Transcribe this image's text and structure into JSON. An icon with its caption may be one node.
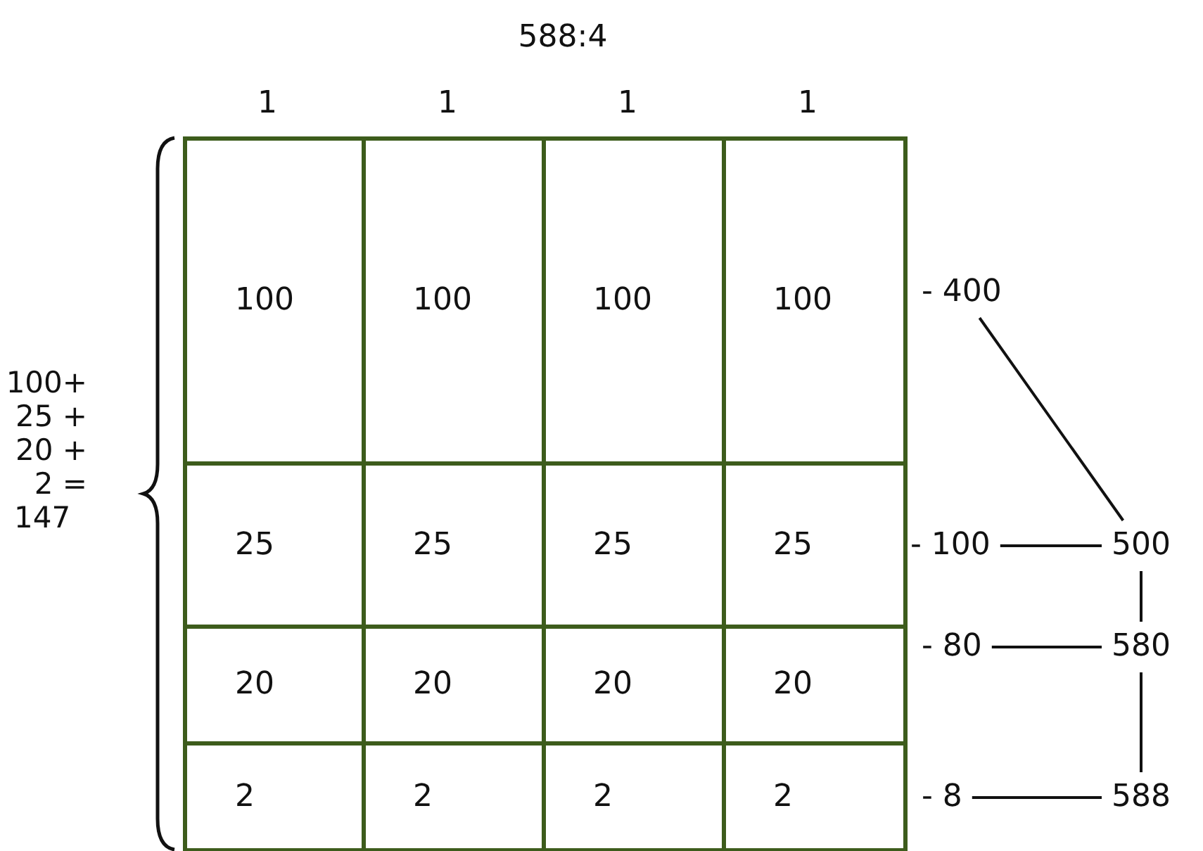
{
  "diagram": {
    "title": "588:4",
    "nodes": [
      {
        "text": [
          "100"
        ]
      },
      {
        "text": [
          "100"
        ]
      },
      {
        "text": [
          "100"
        ]
      },
      {
        "text": [
          "100"
        ]
      },
      {
        "text": [
          "25"
        ]
      },
      {
        "text": [
          "25"
        ]
      },
      {
        "text": [
          "25"
        ]
      },
      {
        "text": [
          "25"
        ]
      },
      {
        "text": [
          "20"
        ]
      },
      {
        "text": [
          "20"
        ]
      },
      {
        "text": [
          "20"
        ]
      },
      {
        "text": [
          "20"
        ]
      },
      {
        "text": [
          "2"
        ]
      },
      {
        "text": [
          "2"
        ]
      },
      {
        "text": [
          "2"
        ]
      },
      {
        "text": [
          "2"
        ]
      },
      {
        "text": [
          "- 400"
        ]
      },
      {
        "text": [
          "- 100"
        ]
      },
      {
        "text": [
          "- 80"
        ]
      },
      {
        "text": [
          "- 8"
        ]
      },
      {
        "text": [
          "500"
        ]
      },
      {
        "text": [
          "580"
        ]
      },
      {
        "text": [
          "588"
        ]
      }
    ],
    "edges": [
      {
        "from": 16,
        "to": 20,
        "arrow": "none"
      },
      {
        "from": 17,
        "to": 20,
        "arrow": "none"
      },
      {
        "from": 20,
        "to": 21,
        "arrow": "none"
      },
      {
        "from": 18,
        "to": 21,
        "arrow": "none"
      },
      {
        "from": 21,
        "to": 22,
        "arrow": "none"
      },
      {
        "from": 19,
        "to": 22,
        "arrow": "none"
      }
    ],
    "labels": [
      "1",
      "1",
      "1",
      "1",
      "100+",
      "25 +",
      "20 +",
      "2 =",
      "147"
    ]
  }
}
